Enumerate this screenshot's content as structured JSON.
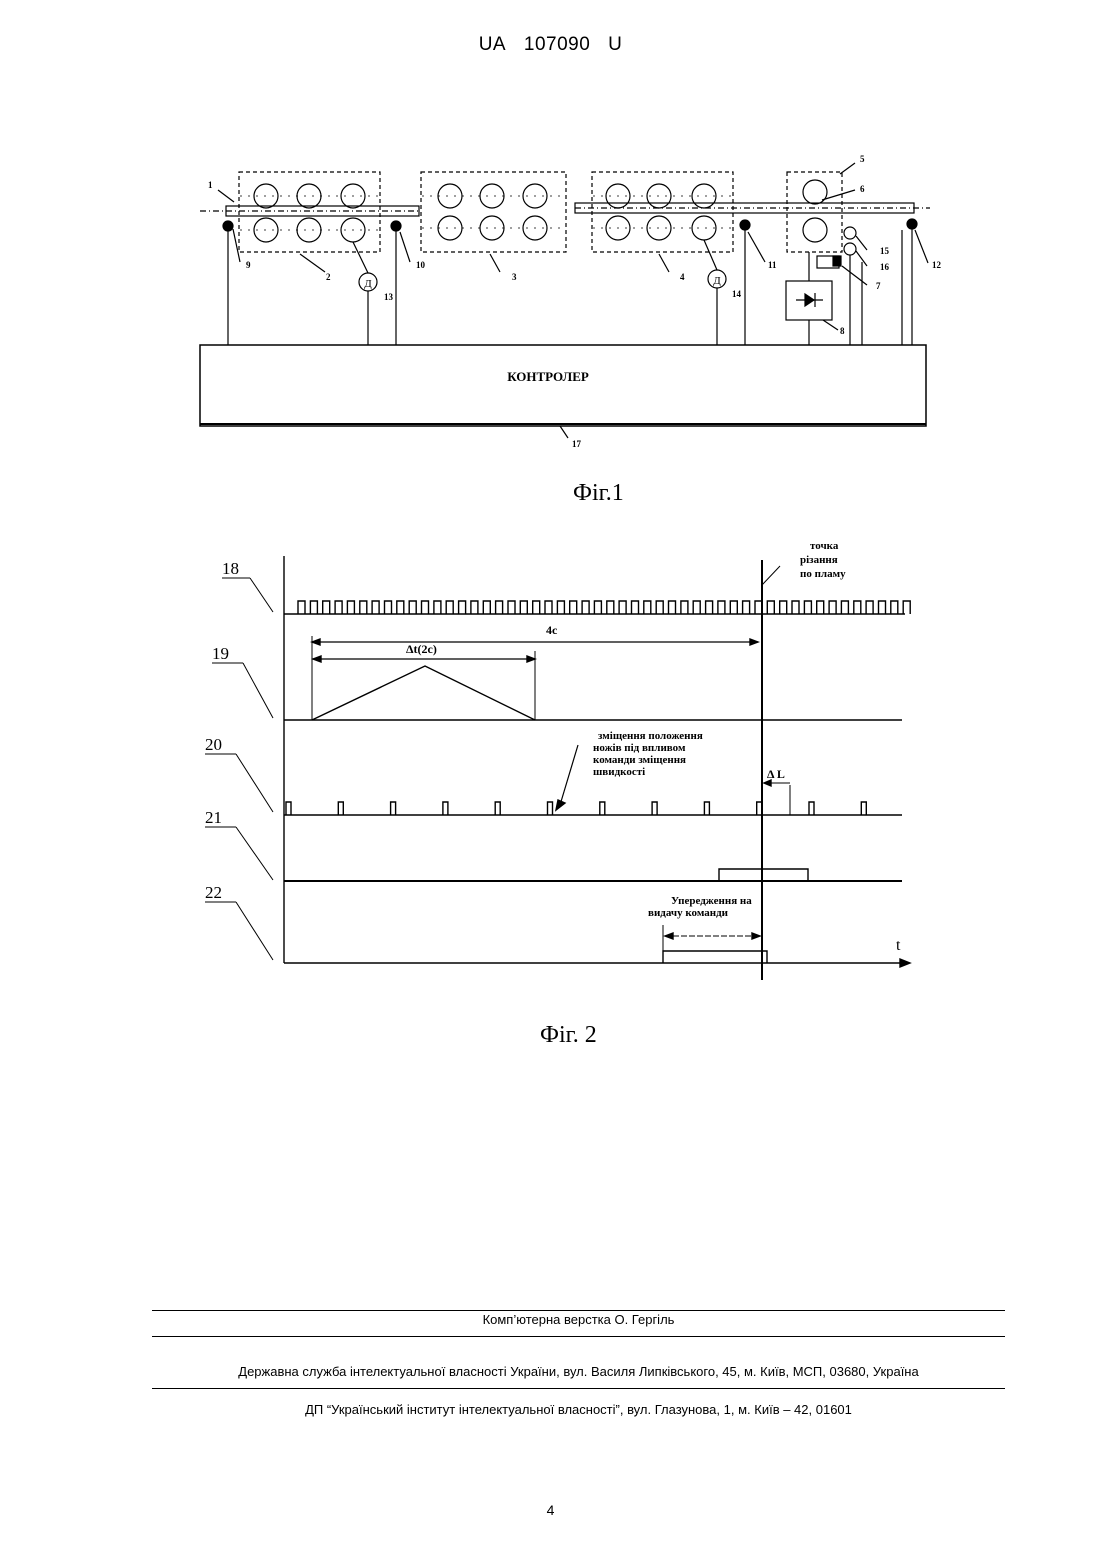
{
  "header": {
    "office": "UA",
    "number": "107090",
    "kind": "U"
  },
  "fig1": {
    "caption": "Фіг.1",
    "controller_label": "КОНТРОЛЕР",
    "refs": {
      "r1": "1",
      "r2": "2",
      "r3": "3",
      "r4": "4",
      "r5": "5",
      "r6": "6",
      "r7": "7",
      "r8": "8",
      "r9": "9",
      "r10": "10",
      "r11": "11",
      "r12": "12",
      "r13": "13",
      "r14": "14",
      "r15": "15",
      "r16": "16",
      "r17": "17"
    },
    "sensor_letter": "Д"
  },
  "fig2": {
    "caption": "Фіг. 2",
    "row_labels": [
      "18",
      "19",
      "20",
      "21",
      "22"
    ],
    "cut_point_note": [
      "точка",
      "різання",
      "по пламу"
    ],
    "total_interval": "4с",
    "delta_interval": "Δt(2с)",
    "knife_note": [
      "зміщення положення",
      "ножів під впливом",
      "команди зміщення",
      "швидкості"
    ],
    "delta_l": "Δ L",
    "lead_note": [
      "Упередження на",
      "видачу команди"
    ],
    "time_axis": "t"
  },
  "footer": {
    "layout": "Комп’ютерна верстка О. Гергіль",
    "service": "Державна служба інтелектуальної власності України, вул. Василя Липківського, 45, м. Київ, МСП, 03680, Україна",
    "institute": "ДП “Український інститут інтелектуальної власності”, вул. Глазунова, 1, м. Київ – 42, 01601"
  },
  "page_number": "4"
}
